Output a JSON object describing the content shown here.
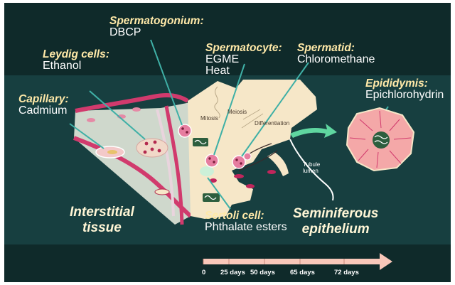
{
  "labels": {
    "capillary": {
      "title": "Capillary:",
      "toxicant": "Cadmium"
    },
    "leydig": {
      "title": "Leydig cells:",
      "toxicant": "Ethanol"
    },
    "spermatogonium": {
      "title": "Spermatogonium:",
      "toxicant": "DBCP"
    },
    "spermatocyte": {
      "title": "Spermatocyte:",
      "toxicant_1": "EGME",
      "toxicant_2": "Heat"
    },
    "spermatid": {
      "title": "Spermatid:",
      "toxicant": "Chloromethane"
    },
    "epididymis": {
      "title": "Epididymis:",
      "toxicant": "Epichlorohydrin"
    },
    "sertoli": {
      "title": "Sertoli cell:",
      "toxicant": "Phthalate esters"
    }
  },
  "regions": {
    "interstitial_1": "Interstitial",
    "interstitial_2": "tissue",
    "seminiferous_1": "Seminiferous",
    "seminiferous_2": "epithelium"
  },
  "diagram_text": {
    "mitosis": "Mitosis",
    "meiosis": "Meiosis",
    "differentiation": "Differentiation",
    "tubule_1": "Tubule",
    "tubule_2": "lumen"
  },
  "timeline": {
    "ticks": [
      "0",
      "25 days",
      "50 days",
      "65 days",
      "72 days"
    ]
  },
  "colors": {
    "background": "#0f2a2a",
    "band": "#173f40",
    "epithelium": "#f6e7c8",
    "interstitial": "#cfd8cc",
    "cell_border": "#d13a6d",
    "pointer": "#3fb0a6",
    "arrow_green": "#5fd6a0",
    "timeline": "#f8c7b9"
  }
}
